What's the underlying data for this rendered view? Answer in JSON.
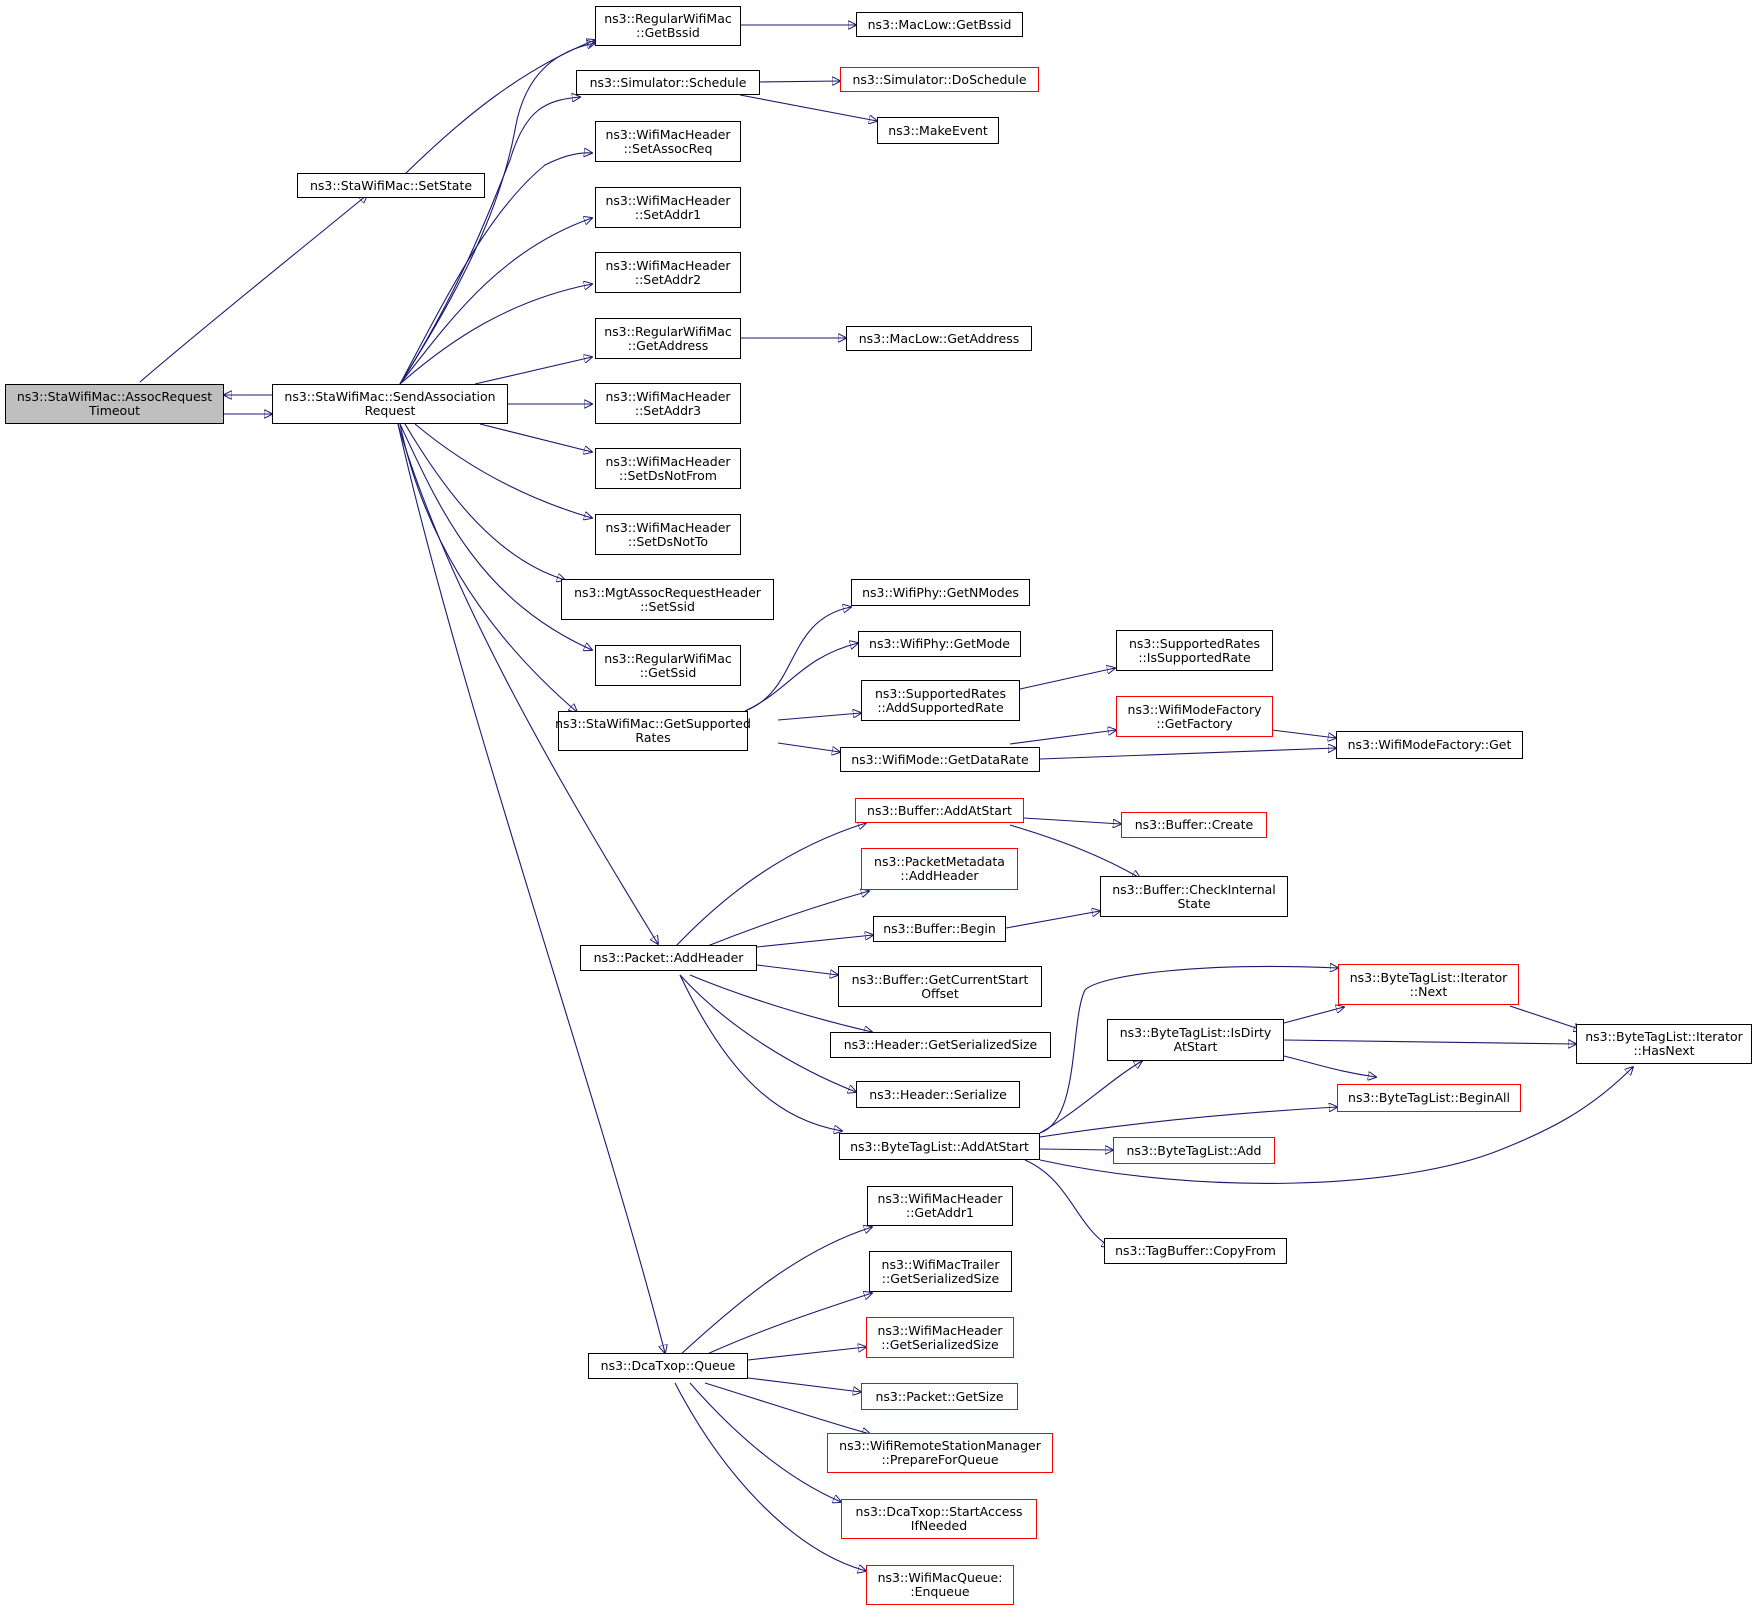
{
  "graph": {
    "colors": {
      "edge": "#191970",
      "node_border": "#000000",
      "truncated_border": "#ff0000",
      "root_fill": "#bfbfbf"
    },
    "nodes": {
      "n0": {
        "l1": "ns3::StaWifiMac::AssocRequest",
        "l2": "Timeout"
      },
      "n1": {
        "l1": "ns3::StaWifiMac::SetState",
        "l2": ""
      },
      "n2": {
        "l1": "ns3::StaWifiMac::SendAssociation",
        "l2": "Request"
      },
      "n3": {
        "l1": "ns3::RegularWifiMac",
        "l2": "::GetBssid"
      },
      "n4": {
        "l1": "ns3::MacLow::GetBssid",
        "l2": ""
      },
      "n5": {
        "l1": "ns3::Simulator::Schedule",
        "l2": ""
      },
      "n6": {
        "l1": "ns3::Simulator::DoSchedule",
        "l2": ""
      },
      "n7": {
        "l1": "ns3::MakeEvent",
        "l2": ""
      },
      "n8": {
        "l1": "ns3::WifiMacHeader",
        "l2": "::SetAssocReq"
      },
      "n9": {
        "l1": "ns3::WifiMacHeader",
        "l2": "::SetAddr1"
      },
      "n10": {
        "l1": "ns3::WifiMacHeader",
        "l2": "::SetAddr2"
      },
      "n11": {
        "l1": "ns3::RegularWifiMac",
        "l2": "::GetAddress"
      },
      "n12": {
        "l1": "ns3::MacLow::GetAddress",
        "l2": ""
      },
      "n13": {
        "l1": "ns3::WifiMacHeader",
        "l2": "::SetAddr3"
      },
      "n14": {
        "l1": "ns3::WifiMacHeader",
        "l2": "::SetDsNotFrom"
      },
      "n15": {
        "l1": "ns3::WifiMacHeader",
        "l2": "::SetDsNotTo"
      },
      "n16": {
        "l1": "ns3::MgtAssocRequestHeader",
        "l2": "::SetSsid"
      },
      "n17": {
        "l1": "ns3::RegularWifiMac",
        "l2": "::GetSsid"
      },
      "n18": {
        "l1": "ns3::StaWifiMac::GetSupported",
        "l2": "Rates"
      },
      "n19": {
        "l1": "ns3::WifiPhy::GetNModes",
        "l2": ""
      },
      "n20": {
        "l1": "ns3::WifiPhy::GetMode",
        "l2": ""
      },
      "n21": {
        "l1": "ns3::SupportedRates",
        "l2": "::AddSupportedRate"
      },
      "n22": {
        "l1": "ns3::SupportedRates",
        "l2": "::IsSupportedRate"
      },
      "n23": {
        "l1": "ns3::WifiMode::GetDataRate",
        "l2": ""
      },
      "n24": {
        "l1": "ns3::WifiModeFactory",
        "l2": "::GetFactory"
      },
      "n25": {
        "l1": "ns3::WifiModeFactory::Get",
        "l2": ""
      },
      "n26": {
        "l1": "ns3::Buffer::AddAtStart",
        "l2": ""
      },
      "n27": {
        "l1": "ns3::Buffer::Create",
        "l2": ""
      },
      "n28": {
        "l1": "ns3::PacketMetadata",
        "l2": "::AddHeader"
      },
      "n29": {
        "l1": "ns3::Buffer::CheckInternal",
        "l2": "State"
      },
      "n30": {
        "l1": "ns3::Buffer::Begin",
        "l2": ""
      },
      "n31": {
        "l1": "ns3::Packet::AddHeader",
        "l2": ""
      },
      "n32": {
        "l1": "ns3::Buffer::GetCurrentStart",
        "l2": "Offset"
      },
      "n33": {
        "l1": "ns3::ByteTagList::Iterator",
        "l2": "::Next"
      },
      "n34": {
        "l1": "ns3::ByteTagList::IsDirty",
        "l2": "AtStart"
      },
      "n35": {
        "l1": "ns3::ByteTagList::Iterator",
        "l2": "::HasNext"
      },
      "n36": {
        "l1": "ns3::Header::GetSerializedSize",
        "l2": ""
      },
      "n37": {
        "l1": "ns3::Header::Serialize",
        "l2": ""
      },
      "n38": {
        "l1": "ns3::ByteTagList::BeginAll",
        "l2": ""
      },
      "n39": {
        "l1": "ns3::ByteTagList::AddAtStart",
        "l2": ""
      },
      "n40": {
        "l1": "ns3::ByteTagList::Add",
        "l2": ""
      },
      "n41": {
        "l1": "ns3::WifiMacHeader",
        "l2": "::GetAddr1"
      },
      "n42": {
        "l1": "ns3::TagBuffer::CopyFrom",
        "l2": ""
      },
      "n43": {
        "l1": "ns3::WifiMacTrailer",
        "l2": "::GetSerializedSize"
      },
      "n44": {
        "l1": "ns3::WifiMacHeader",
        "l2": "::GetSerializedSize"
      },
      "n45": {
        "l1": "ns3::DcaTxop::Queue",
        "l2": ""
      },
      "n46": {
        "l1": "ns3::Packet::GetSize",
        "l2": ""
      },
      "n47": {
        "l1": "ns3::WifiRemoteStationManager",
        "l2": "::PrepareForQueue"
      },
      "n48": {
        "l1": "ns3::DcaTxop::StartAccess",
        "l2": "IfNeeded"
      },
      "n49": {
        "l1": "ns3::WifiMacQueue:",
        "l2": ":Enqueue"
      }
    }
  }
}
